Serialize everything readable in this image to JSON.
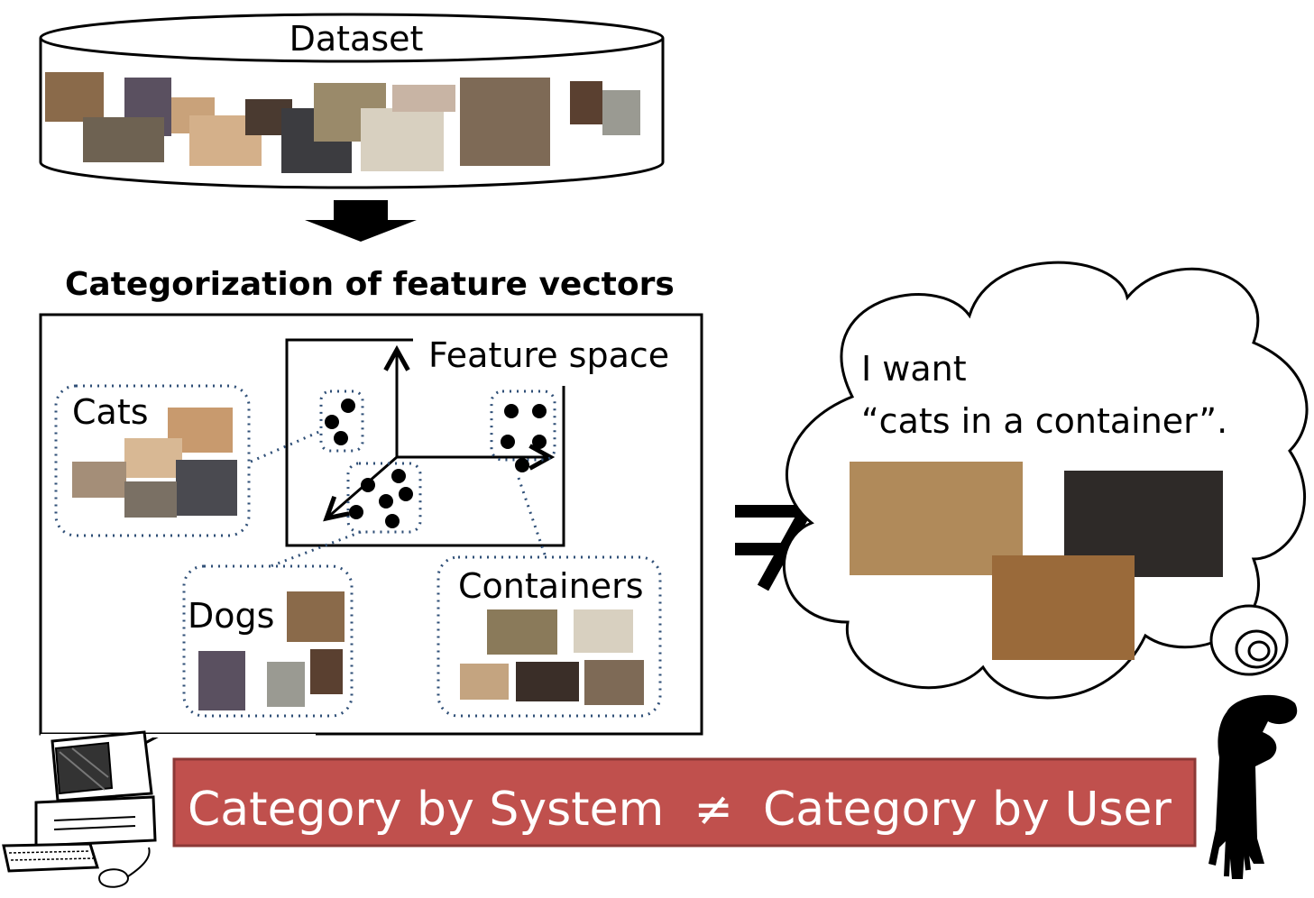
{
  "dataset": {
    "label": "Dataset"
  },
  "section_title": "Categorization of feature vectors",
  "feature_space": {
    "label": "Feature space"
  },
  "clusters": {
    "cats": "Cats",
    "dogs": "Dogs",
    "containers": "Containers"
  },
  "thought": {
    "line1": "I want",
    "line2": "“cats in a container”."
  },
  "not_equal_symbol": "≠",
  "banner": {
    "text": "Category by System  ≠  Category by User",
    "color": "#c0504d",
    "border_color": "#8c3836"
  },
  "icons": [
    "database-icon",
    "arrow-down-icon",
    "computer-icon",
    "thought-cloud-icon",
    "disappointed-person-icon"
  ]
}
